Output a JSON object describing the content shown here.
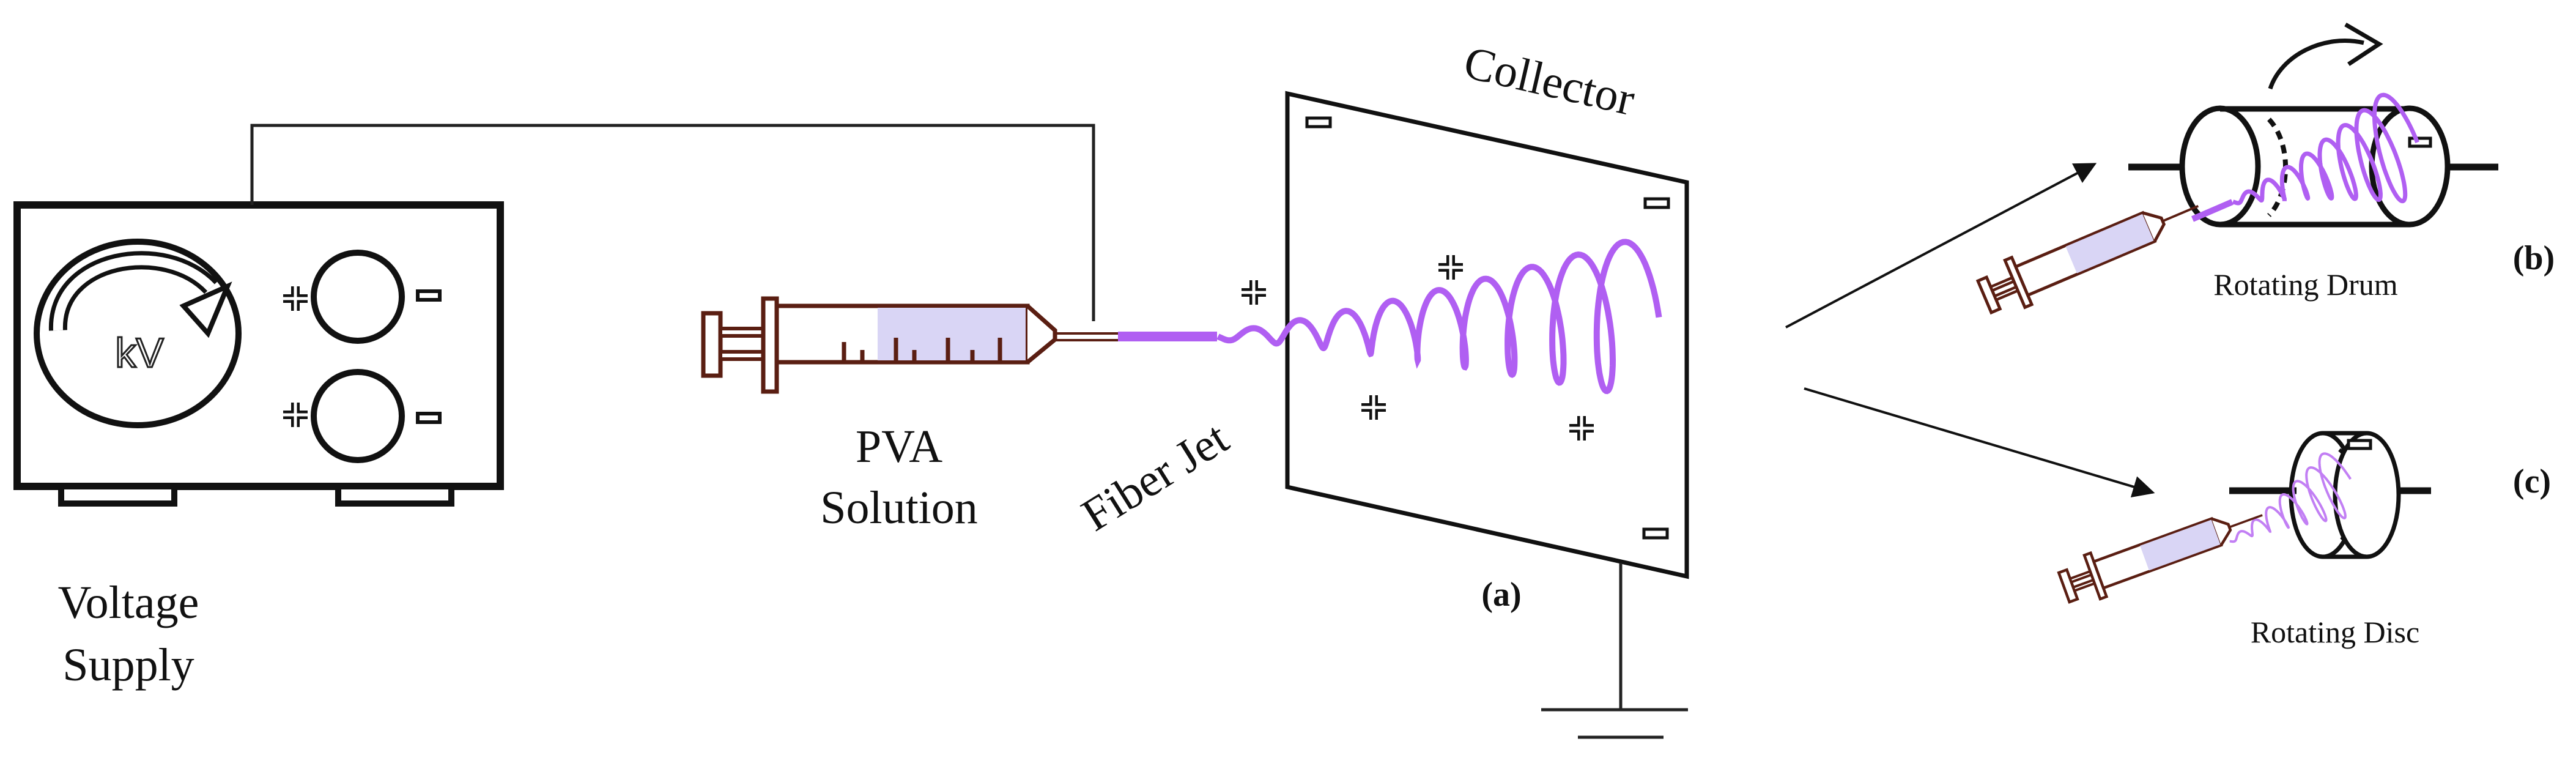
{
  "labels": {
    "voltage_supply": [
      "Voltage",
      "Supply"
    ],
    "kv": "kV",
    "pva_solution": [
      "PVA",
      "Solution"
    ],
    "fiber_jet": "Fiber Jet",
    "collector": "Collector",
    "panel_a": "(a)",
    "rotating_drum": "Rotating Drum",
    "panel_b": "(b)",
    "rotating_disc": "Rotating Disc",
    "panel_c": "(c)"
  },
  "colors": {
    "outline": "#111111",
    "syringe": "#5a1e12",
    "solution_fill": "#d9d5f5",
    "fiber": "#b05ff2",
    "fiber_light": "#d8aef8"
  },
  "icons": [
    "plus-sign-icon",
    "minus-sign-icon",
    "rotation-arrow-icon",
    "syringe-icon",
    "ground-icon"
  ]
}
